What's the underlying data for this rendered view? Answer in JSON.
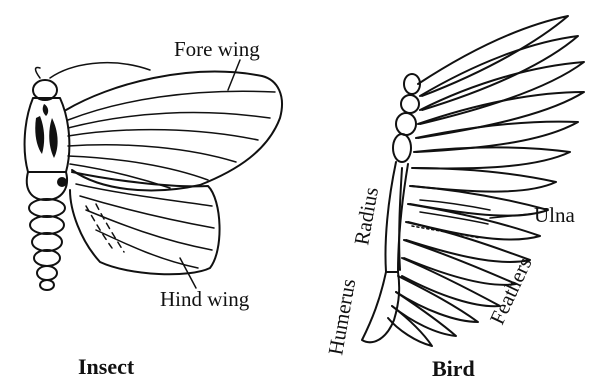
{
  "insect": {
    "caption": "Insect",
    "labels": {
      "fore_wing": "Fore wing",
      "hind_wing": "Hind wing"
    }
  },
  "bird": {
    "caption": "Bird",
    "labels": {
      "ulna": "Ulna",
      "radius": "Radius",
      "humerus": "Humerus",
      "feathers": "Feathers"
    }
  }
}
